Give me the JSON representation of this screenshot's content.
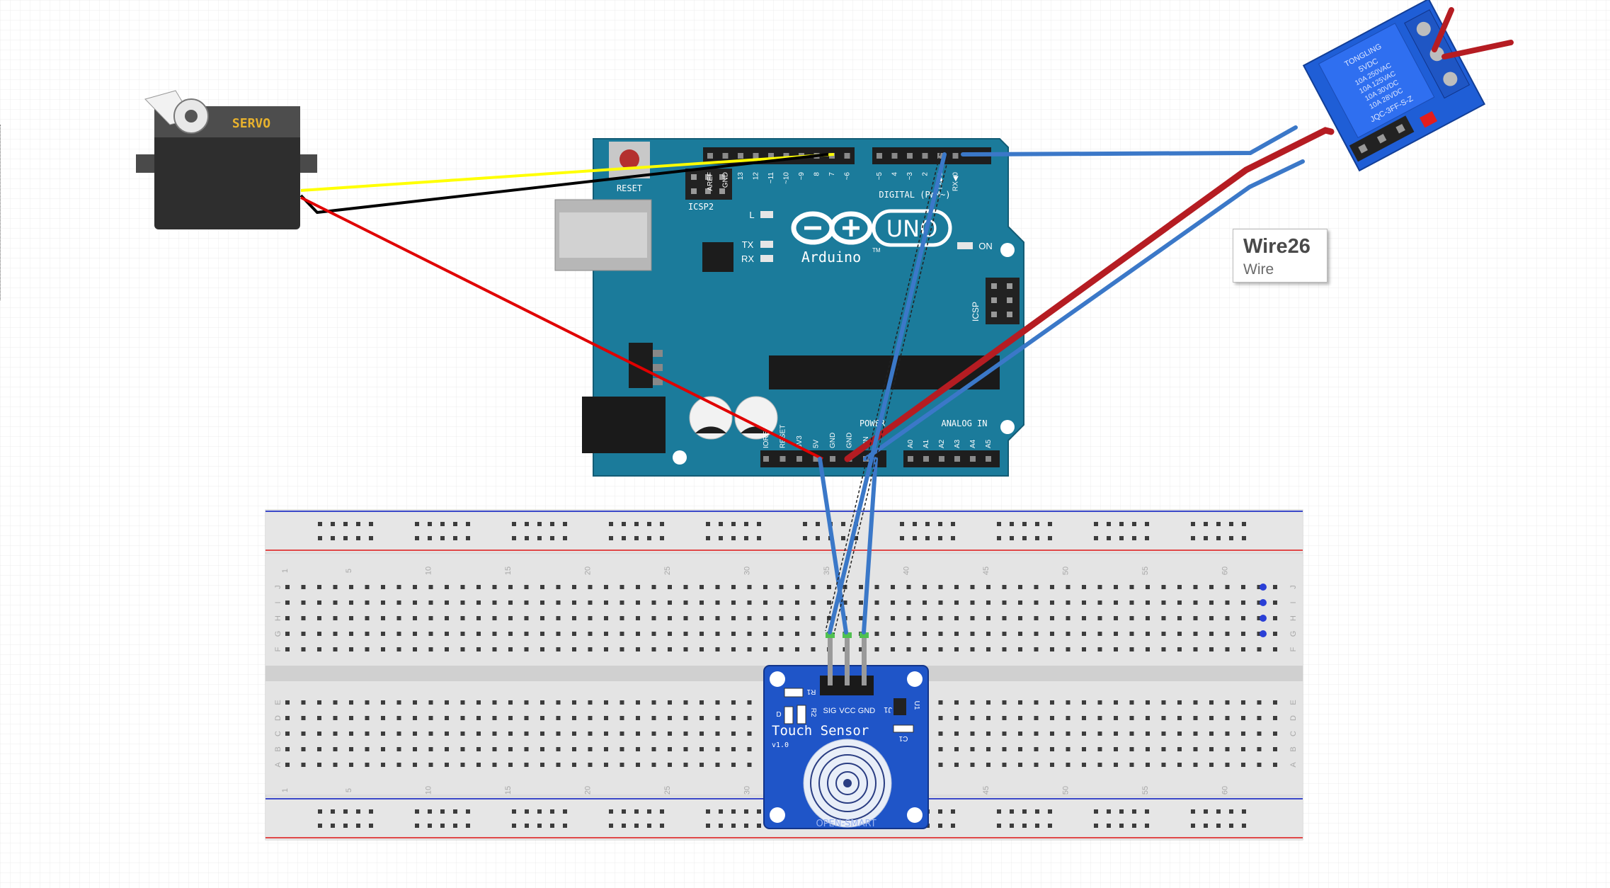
{
  "components": {
    "servo": {
      "label": "SERVO"
    },
    "arduino": {
      "reset_label": "RESET",
      "icsp2_label": "ICSP2",
      "icsp_label": "ICSP",
      "brand": "Arduino",
      "model": "UNO",
      "tm": "TM",
      "led_l": "L",
      "led_tx": "TX",
      "led_rx": "RX",
      "led_on": "ON",
      "digital_label": "DIGITAL (PWM~)",
      "power_label": "POWER",
      "analog_label": "ANALOG IN",
      "top_pins": [
        "AREF",
        "GND",
        "13",
        "12",
        "~11",
        "~10",
        "~9",
        "8",
        "7",
        "~6",
        "~5",
        "4",
        "~3",
        "2",
        "TX▶1",
        "RX◀0"
      ],
      "bottom_pins": [
        "IOREF",
        "RESET",
        "3V3",
        "5V",
        "GND",
        "GND",
        "VIN",
        "A0",
        "A1",
        "A2",
        "A3",
        "A4",
        "A5"
      ]
    },
    "relay": {
      "brand": "TONGLING",
      "line1": "5VDC",
      "line2": "10A 250VAC",
      "line3": "10A 125VAC",
      "line4": "10A 30VDC",
      "line5": "10A 28VDC",
      "model": "JQC-3FF-S-Z"
    },
    "touch_sensor": {
      "title": "Touch Sensor",
      "version": "v1.0",
      "pin_sig": "SIG",
      "pin_vcc": "VCC",
      "pin_gnd": "GND",
      "r1": "R1",
      "r2": "R2",
      "d1": "D",
      "u1": "U1",
      "c1": "C1",
      "j1": "J1",
      "brand": "OPEN-SMART"
    },
    "breadboard": {
      "row_letters_top": [
        "J",
        "I",
        "H",
        "G",
        "F"
      ],
      "row_letters_bottom": [
        "E",
        "D",
        "C",
        "B",
        "A"
      ],
      "col_numbers": [
        "1",
        "5",
        "10",
        "15",
        "20",
        "25",
        "30",
        "35",
        "40",
        "45",
        "50",
        "55",
        "60"
      ]
    }
  },
  "tooltip": {
    "title": "Wire26",
    "subtitle": "Wire"
  },
  "colors": {
    "board": "#1b7b9b",
    "relay": "#1f5ed6",
    "sensor": "#1f55c8",
    "wire_blue": "#3b78c8",
    "wire_red": "#e00000",
    "wire_darkred": "#b51c22",
    "wire_yellow": "#ffff00",
    "wire_black": "#000000",
    "grid": "#e9e9e9"
  }
}
